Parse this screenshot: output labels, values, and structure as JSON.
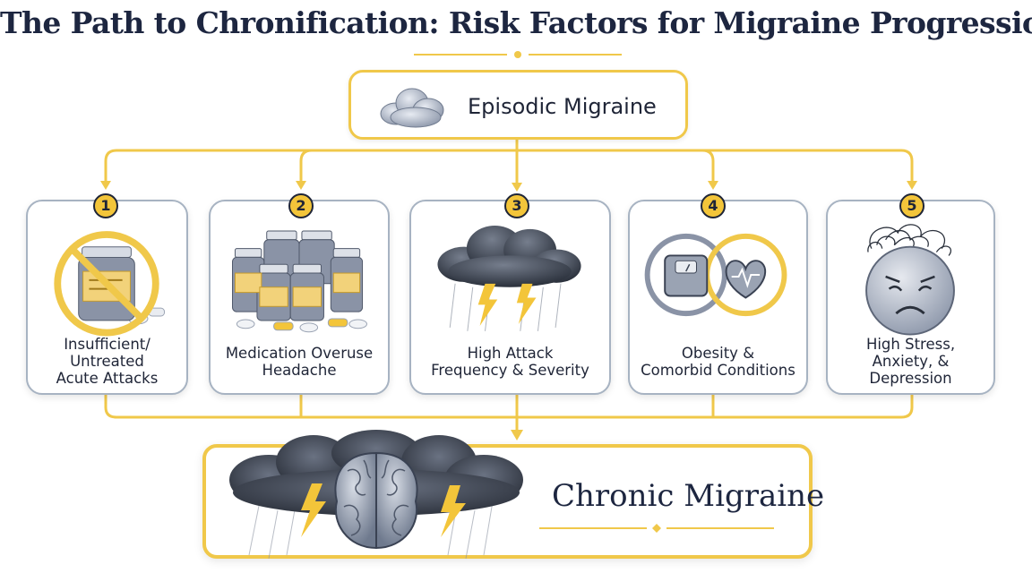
{
  "title": "The Path to Chronification: Risk Factors for Migraine Progression",
  "start_node": {
    "label": "Episodic Migraine",
    "icon": "cloud-icon"
  },
  "factors": [
    {
      "number": "1",
      "label": "Insufficient/\nUntreated\nAcute Attacks",
      "icon": "crossed-out-pill-bottle-icon"
    },
    {
      "number": "2",
      "label": "Medication Overuse\nHeadache",
      "icon": "pill-bottles-icon"
    },
    {
      "number": "3",
      "label": "High Attack\nFrequency & Severity",
      "icon": "storm-cloud-icon"
    },
    {
      "number": "4",
      "label": "Obesity &\nComorbid Conditions",
      "icon": "scale-and-heart-icon"
    },
    {
      "number": "5",
      "label": "High Stress,\nAnxiety, &\nDepression",
      "icon": "stressed-face-icon"
    }
  ],
  "end_node": {
    "label": "Chronic Migraine",
    "icon": "brain-storm-icon"
  },
  "colors": {
    "accent": "#f0c84a",
    "badge": "#f3c53a",
    "card_border": "#a7b3c2",
    "text": "#1f2537",
    "title": "#1d2640"
  }
}
